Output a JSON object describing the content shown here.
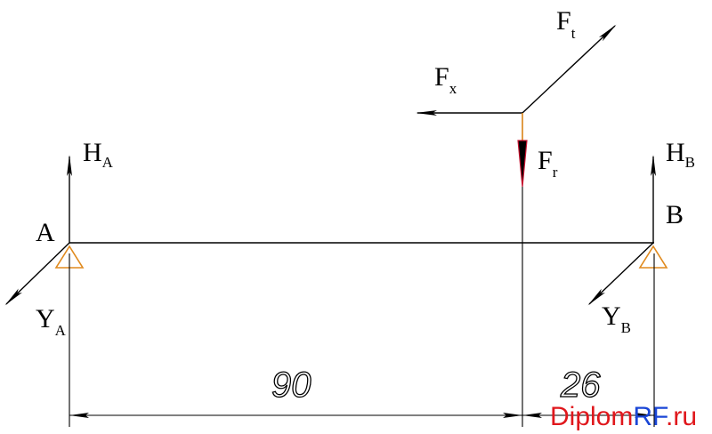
{
  "labels": {
    "point_a": "A",
    "point_b": "B",
    "force_ha": {
      "main": "H",
      "sub": "A"
    },
    "force_ya": {
      "main": "Y",
      "sub": "A"
    },
    "force_hb": {
      "main": "H",
      "sub": "B"
    },
    "force_yb": {
      "main": "Y",
      "sub": "B"
    },
    "force_ft": {
      "main": "F",
      "sub": "t"
    },
    "force_fx": {
      "main": "F",
      "sub": "x"
    },
    "force_fr": {
      "main": "F",
      "sub": "r"
    }
  },
  "dimensions": {
    "span_ab_to_gear": "90",
    "span_gear_to_b": "26"
  },
  "watermark": {
    "part1": "Diplom",
    "part2": "RF",
    "part3": ".ru"
  },
  "colors": {
    "support": "#e08a1e",
    "watermark_red": "#e0171c",
    "watermark_blue": "#1a46d6"
  }
}
